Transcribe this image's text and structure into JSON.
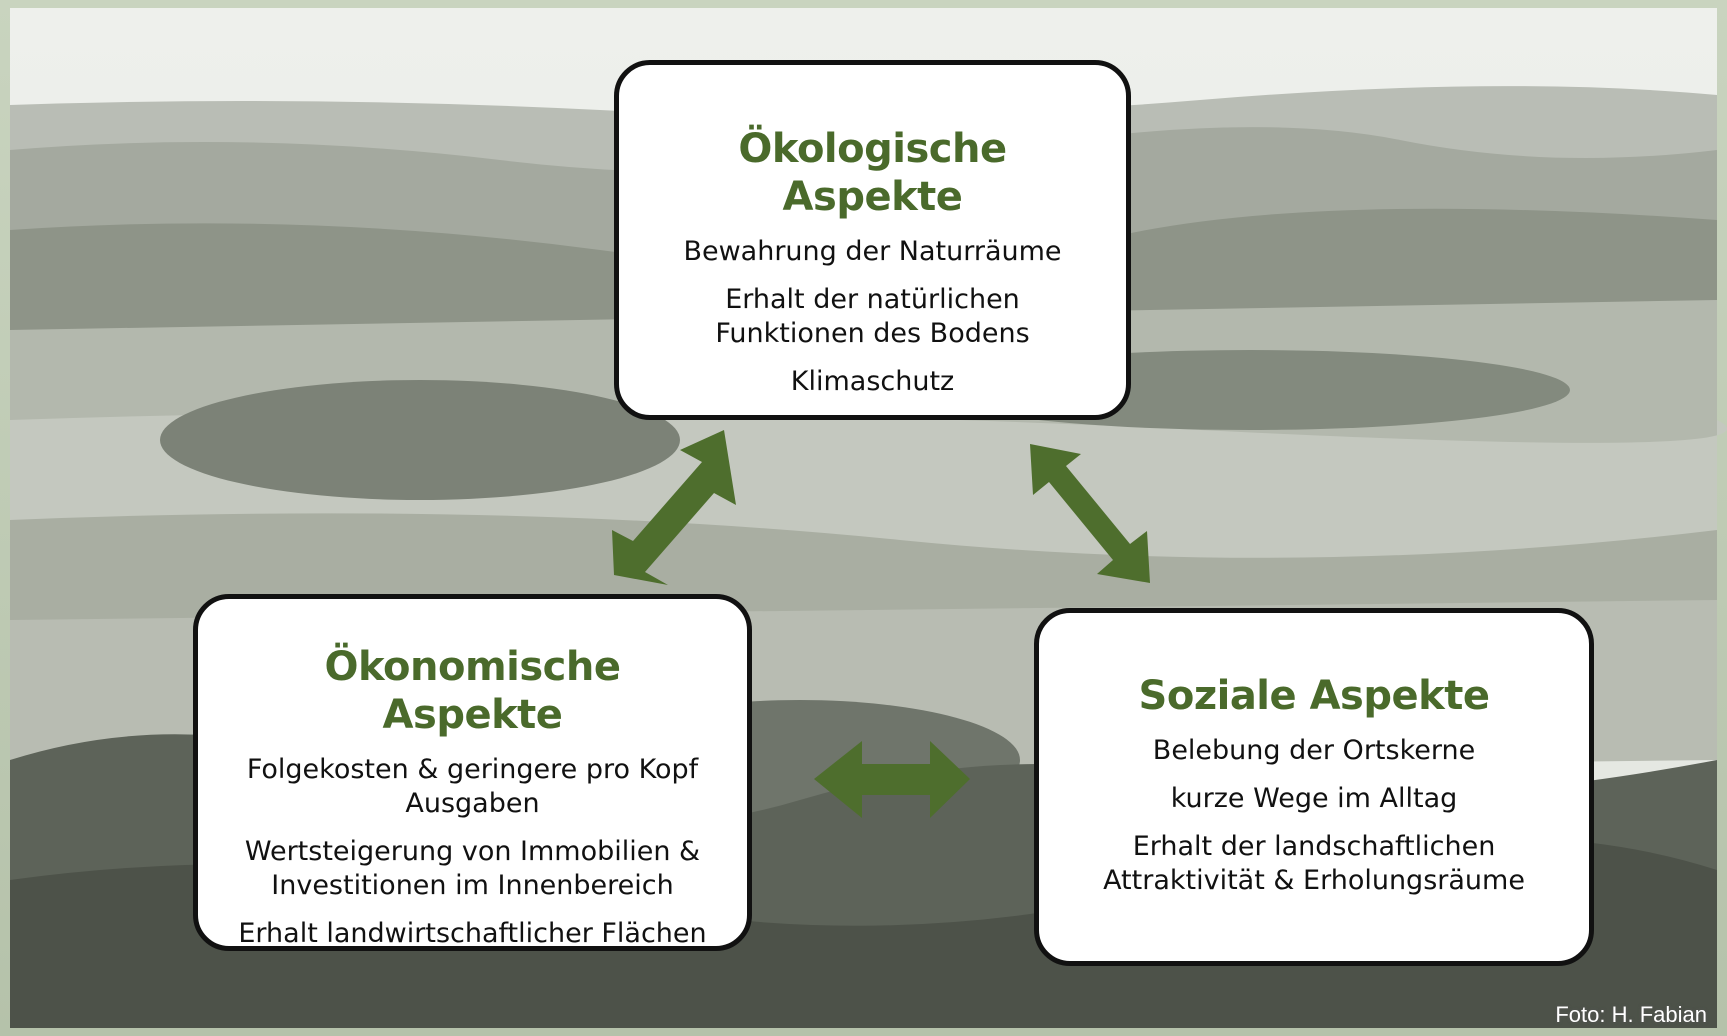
{
  "boxes": {
    "oekologisch": {
      "title": "Ökologische Aspekte",
      "items": [
        "Bewahrung der Naturräume",
        "Erhalt der natürlichen Funktionen des Bodens",
        "Klimaschutz"
      ]
    },
    "oekonomisch": {
      "title": "Ökonomische Aspekte",
      "items": [
        "Folgekosten & geringere pro Kopf Ausgaben",
        "Wertsteigerung von Immobilien & Investitionen im Innenbereich",
        "Erhalt landwirtschaftlicher Flächen"
      ]
    },
    "sozial": {
      "title": "Soziale Aspekte",
      "items": [
        "Belebung der Ortskerne",
        "kurze Wege im Alltag",
        "Erhalt der landschaftlichen Attraktivität & Erholungsräume"
      ]
    }
  },
  "credit": "Foto: H. Fabian",
  "colors": {
    "title_green": "#4a6a2b",
    "arrow_green": "#4e6e2d",
    "box_border": "#111111",
    "box_fill": "#ffffff"
  },
  "icons": {
    "arrow": "double-headed-arrow"
  }
}
